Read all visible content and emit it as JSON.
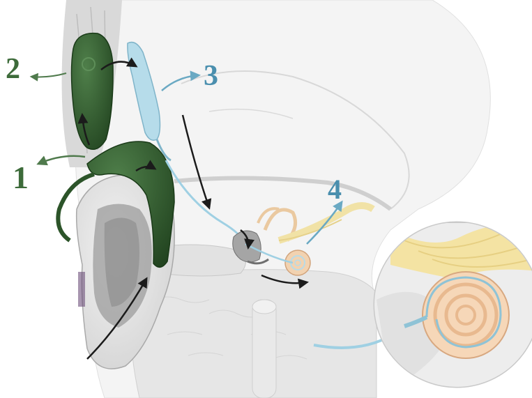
{
  "labels": {
    "one": "1",
    "two": "2",
    "three": "3",
    "four": "4"
  },
  "colors": {
    "green_label": "#3d6b3a",
    "blue_label": "#4a8fae",
    "device_green": "#2f5a2c",
    "implant_blue": "#9fd0e3",
    "skin_gray": "#dcdcdc",
    "bone": "#ececec",
    "nerve_yellow": "#f3e3a6",
    "cochlea_orange": "#f2c6a0",
    "arrow": "#1b1b1b"
  }
}
